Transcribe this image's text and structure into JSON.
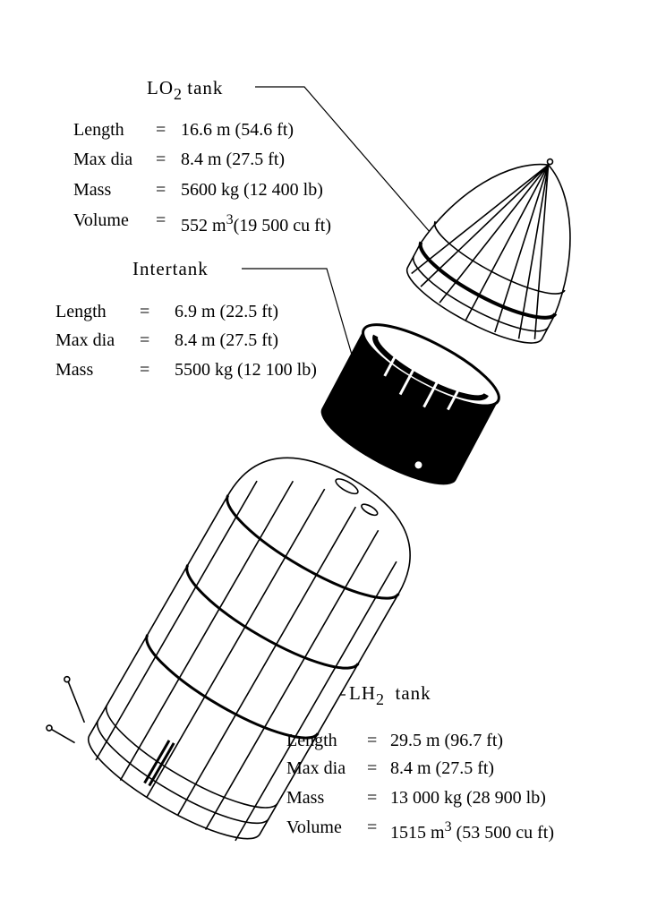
{
  "lo2_tank": {
    "title": {
      "prefix": "LO",
      "sub": "2",
      "suffix": " tank"
    },
    "specs": [
      {
        "label": "Length",
        "eq": "=",
        "value": "16.6 m (54.6 ft)",
        "sup": "",
        "tail": ""
      },
      {
        "label": "Max dia",
        "eq": "=",
        "value": "8.4 m (27.5 ft)",
        "sup": "",
        "tail": ""
      },
      {
        "label": "Mass",
        "eq": "=",
        "value": "5600 kg (12 400 lb)",
        "sup": "",
        "tail": ""
      },
      {
        "label": "Volume",
        "eq": "=",
        "value": "552 m",
        "sup": "3",
        "tail": "(19 500 cu ft)"
      }
    ]
  },
  "intertank": {
    "title": {
      "prefix": "Intertank",
      "sub": "",
      "suffix": ""
    },
    "specs": [
      {
        "label": "Length",
        "eq": "=",
        "value": "6.9 m (22.5 ft)",
        "sup": "",
        "tail": ""
      },
      {
        "label": "Max dia",
        "eq": "=",
        "value": "8.4 m (27.5 ft)",
        "sup": "",
        "tail": ""
      },
      {
        "label": "Mass",
        "eq": "=",
        "value": "5500 kg (12 100 lb)",
        "sup": "",
        "tail": ""
      }
    ]
  },
  "lh2_tank": {
    "title": {
      "prefix": "LH",
      "sub": "2",
      "suffix": "  tank"
    },
    "specs": [
      {
        "label": "Length",
        "eq": "=",
        "value": "29.5 m (96.7 ft)",
        "sup": "",
        "tail": ""
      },
      {
        "label": "Max dia",
        "eq": "=",
        "value": "8.4 m (27.5 ft)",
        "sup": "",
        "tail": ""
      },
      {
        "label": "Mass",
        "eq": "=",
        "value": "13 000 kg (28 900 lb)",
        "sup": "",
        "tail": ""
      },
      {
        "label": "Volume",
        "eq": "=",
        "value": "1515 m",
        "sup": "3",
        "tail": " (53 500 cu ft)"
      }
    ]
  }
}
